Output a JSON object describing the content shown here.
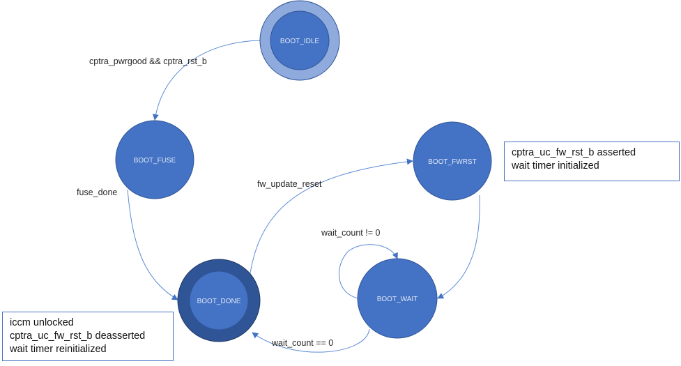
{
  "diagram": {
    "type": "state-machine",
    "colors": {
      "state_fill": "#4472c4",
      "idle_outer_ring": "#8faadc",
      "done_outer_ring": "#2f5597",
      "edge": "#5b8ad6",
      "note_border": "#4472c4"
    },
    "states": {
      "idle": {
        "label": "BOOT_IDLE"
      },
      "fuse": {
        "label": "BOOT_FUSE"
      },
      "fwrst": {
        "label": "BOOT_FWRST"
      },
      "done": {
        "label": "BOOT_DONE"
      },
      "wait": {
        "label": "BOOT_WAIT"
      }
    },
    "transitions": [
      {
        "from": "BOOT_IDLE",
        "to": "BOOT_FUSE",
        "label": "cptra_pwrgood && cptra_rst_b"
      },
      {
        "from": "BOOT_FUSE",
        "to": "BOOT_DONE",
        "label": "fuse_done"
      },
      {
        "from": "BOOT_DONE",
        "to": "BOOT_FWRST",
        "label": "fw_update_reset"
      },
      {
        "from": "BOOT_FWRST",
        "to": "BOOT_WAIT",
        "label": ""
      },
      {
        "from": "BOOT_WAIT",
        "to": "BOOT_WAIT",
        "label": "wait_count != 0"
      },
      {
        "from": "BOOT_WAIT",
        "to": "BOOT_DONE",
        "label": "wait_count == 0"
      }
    ],
    "notes": {
      "fwrst": [
        "cptra_uc_fw_rst_b asserted",
        "wait timer initialized"
      ],
      "done": [
        "iccm unlocked",
        "cptra_uc_fw_rst_b deasserted",
        "wait timer reinitialized"
      ]
    }
  }
}
